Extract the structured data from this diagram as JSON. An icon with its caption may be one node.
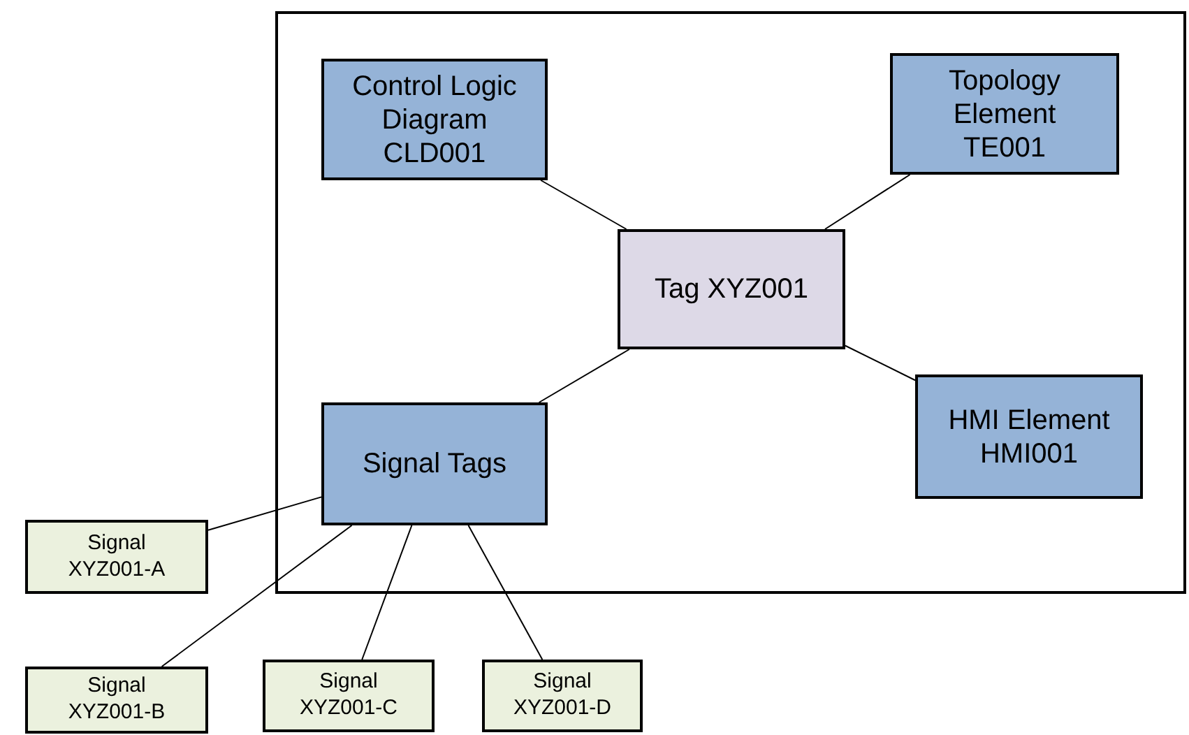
{
  "diagram": {
    "nodes": [
      {
        "text": [],
        "shape": "box"
      },
      {
        "text": [
          "Control Logic Diagram CLD001"
        ],
        "in": 0
      },
      {
        "text": [
          "Topology Element TE001"
        ],
        "in": 0
      },
      {
        "text": [
          "Tag XYZ001"
        ],
        "in": 0
      },
      {
        "text": [
          "Signal Tags"
        ],
        "in": 0
      },
      {
        "text": [
          "HMI Element HMI001"
        ],
        "in": 0
      },
      {
        "text": [
          "Signal XYZ001-A"
        ]
      },
      {
        "text": [
          "Signal XYZ001-B"
        ]
      },
      {
        "text": [
          "Signal XYZ001-C"
        ]
      },
      {
        "text": [
          "Signal XYZ001-D"
        ]
      }
    ],
    "edges": [
      {
        "from": 3,
        "to": 1,
        "arrow": "none"
      },
      {
        "from": 3,
        "to": 2,
        "arrow": "none"
      },
      {
        "from": 3,
        "to": 4,
        "arrow": "none"
      },
      {
        "from": 3,
        "to": 5,
        "arrow": "none"
      },
      {
        "from": 4,
        "to": 6,
        "arrow": "none"
      },
      {
        "from": 4,
        "to": 7,
        "arrow": "none"
      },
      {
        "from": 4,
        "to": 8,
        "arrow": "none"
      },
      {
        "from": 4,
        "to": 9,
        "arrow": "none"
      }
    ]
  }
}
